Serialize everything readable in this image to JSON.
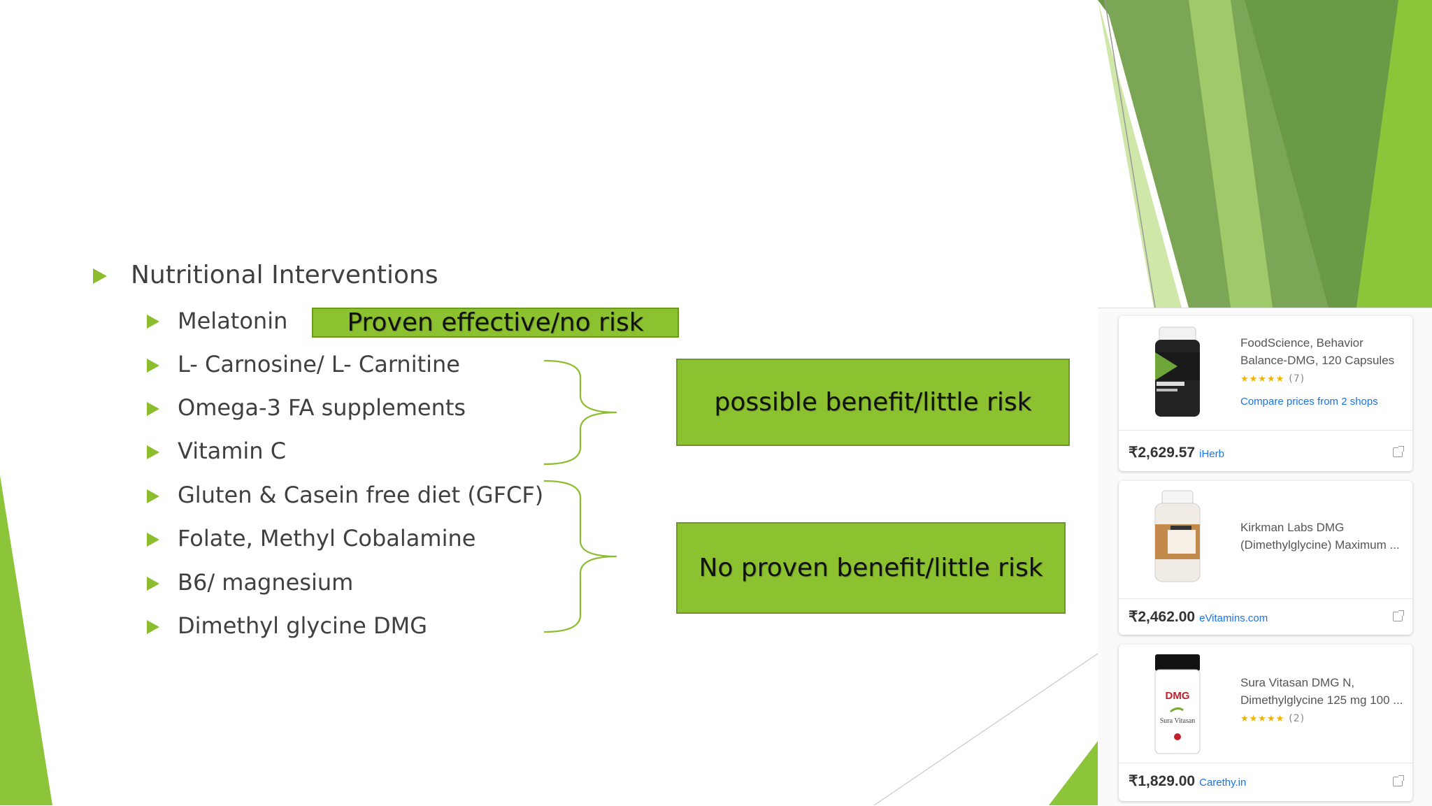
{
  "main": {
    "heading": "Nutritional Interventions",
    "items": [
      "Melatonin",
      "L- Carnosine/ L- Carnitine",
      "Omega-3 FA supplements",
      "Vitamin C",
      "Gluten & Casein free diet (GFCF)",
      "Folate, Methyl Cobalamine",
      "B6/ magnesium",
      "Dimethyl glycine DMG"
    ]
  },
  "labels": {
    "proven": "Proven effective/no risk",
    "possible": "possible benefit/little risk",
    "no_proven": "No proven benefit/little risk"
  },
  "products": [
    {
      "name_line1": "FoodScience, Behavior",
      "name_line2": "Balance-DMG, 120 Capsules",
      "stars": "★★★★★",
      "rating_count": "(7)",
      "compare": "Compare prices from 2 shops",
      "price": "₹2,629.57",
      "store": "iHerb"
    },
    {
      "name_line1": "Kirkman Labs DMG",
      "name_line2": "(Dimethylglycine) Maximum ...",
      "price": "₹2,462.00",
      "store": "eVitamins.com"
    },
    {
      "name_line1": "Sura Vitasan DMG N,",
      "name_line2": "Dimethylglycine 125 mg 100 ...",
      "stars": "★★★★★",
      "rating_count": "(2)",
      "price": "₹1,829.00",
      "store": "Carethy.in",
      "bottle_label": "DMG",
      "bottle_brand": "Sura Vitasan"
    }
  ],
  "colors": {
    "accent": "#8cc130",
    "dark_green": "#6a9a22",
    "bullet": "#8cbd2e"
  }
}
